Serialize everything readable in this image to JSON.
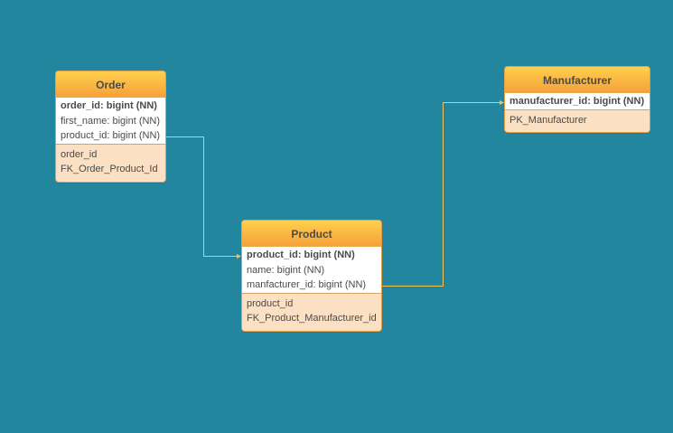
{
  "entities": {
    "order": {
      "name": "Order",
      "columns": [
        {
          "label": "order_id: bigint (NN)",
          "pk": true
        },
        {
          "label": "first_name: bigint (NN)",
          "pk": false
        },
        {
          "label": "product_id: bigint (NN)",
          "pk": false
        }
      ],
      "indexes": [
        "order_id",
        "FK_Order_Product_Id"
      ]
    },
    "product": {
      "name": "Product",
      "columns": [
        {
          "label": "product_id: bigint (NN)",
          "pk": true
        },
        {
          "label": "name: bigint (NN)",
          "pk": false
        },
        {
          "label": "manfacturer_id: bigint (NN)",
          "pk": false
        }
      ],
      "indexes": [
        "product_id",
        "FK_Product_Manufacturer_id"
      ]
    },
    "manufacturer": {
      "name": "Manufacturer",
      "columns": [
        {
          "label": "manufacturer_id: bigint (NN)",
          "pk": true
        }
      ],
      "indexes": [
        "PK_Manufacturer"
      ]
    }
  },
  "relationships": [
    {
      "from": "order.product_id",
      "to": "product.product_id"
    },
    {
      "from": "product.manfacturer_id",
      "to": "manufacturer.manufacturer_id"
    }
  ],
  "colors": {
    "background": "#23869f",
    "connector": "#f3c35a",
    "header_top": "#ffd04d",
    "header_bottom": "#f6a13a",
    "index_background": "#fbe0c4"
  }
}
